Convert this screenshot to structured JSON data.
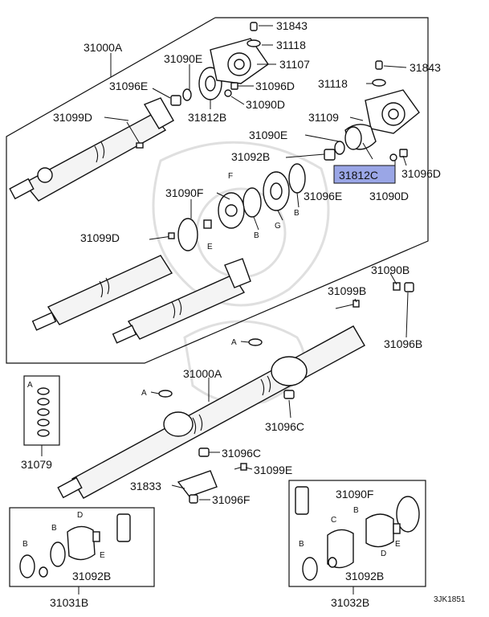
{
  "labels": {
    "upper_shaft": "31000A",
    "lower_shaft": "31000A",
    "bolt_top_1": "31843",
    "bolt_top_2": "31843",
    "cushion_top_1": "31118",
    "cushion_top_2": "31118",
    "bearing_1": "31107",
    "bearing_2": "31109",
    "washer_e_1": "31090E",
    "washer_e_2": "31090E",
    "nut_e_1": "31096E",
    "nut_e_2": "31096E",
    "nut_d_1": "31096D",
    "nut_d_2": "31096D",
    "washer_d_1": "31090D",
    "washer_d_2": "31090D",
    "bolt_d_1": "31099D",
    "bolt_d_2": "31099D",
    "boot_b": "31812B",
    "boot_c": "31812C",
    "ring_b": "31092B",
    "washer_f": "31090F",
    "washer_b": "31090B",
    "bolt_b": "31099B",
    "nut_b": "31096B",
    "nut_c_1": "31096C",
    "nut_c_2": "31096C",
    "bolt_e": "31099E",
    "bracket": "31833",
    "nut_f": "31096F",
    "kit": "31079",
    "kit_left": "31031B",
    "kit_right": "31032B",
    "kit_left_washer": "31092B",
    "kit_right_washer": "31090F",
    "kit_right_ring": "31092B",
    "image_code": "3JK1851"
  },
  "letters": {
    "f": "F",
    "b1": "B",
    "b2": "B",
    "g": "G",
    "e1": "E",
    "a1": "A",
    "a2": "A",
    "a_kit": "A",
    "lb1": "B",
    "lb2": "B",
    "ld": "D",
    "le": "E",
    "rc": "C",
    "rb1": "B",
    "rb2": "B",
    "rd": "D",
    "re": "E"
  },
  "highlight": {
    "part": "31812C",
    "color": "#9aa6e6"
  }
}
